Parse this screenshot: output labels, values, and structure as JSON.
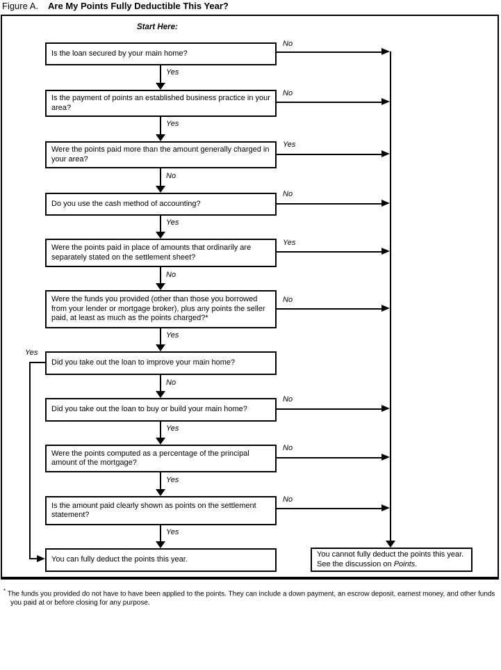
{
  "title": {
    "figure_label": "Figure A.",
    "text": "Are My Points Fully Deductible This Year?"
  },
  "flow": {
    "start_label": "Start Here:",
    "nodes": [
      {
        "question": "Is the loan secured by your main home?",
        "side_label": "No",
        "down_label": "Yes"
      },
      {
        "question": "Is the payment of points an established business practice in your area?",
        "side_label": "No",
        "down_label": "Yes"
      },
      {
        "question": "Were the points paid more than the amount generally charged in your area?",
        "side_label": "Yes",
        "down_label": "No"
      },
      {
        "question": "Do you use the cash method of accounting?",
        "side_label": "No",
        "down_label": "Yes"
      },
      {
        "question": "Were the points paid in place of amounts that ordinarily are separately stated on the settlement sheet?",
        "side_label": "Yes",
        "down_label": "No"
      },
      {
        "question": "Were the funds you provided (other than those you borrowed from your lender or mortgage broker), plus any points the seller paid, at least as much as the points charged?*",
        "side_label": "No",
        "down_label": "Yes"
      },
      {
        "question": "Did you take out the loan to improve your main home?",
        "side_label": "Yes",
        "down_label": "No"
      },
      {
        "question": "Did you take out the loan to buy or build your main home?",
        "side_label": "No",
        "down_label": "Yes"
      },
      {
        "question": "Were the points computed as a percentage of the principal amount of the mortgage?",
        "side_label": "No",
        "down_label": "Yes"
      },
      {
        "question": "Is the amount paid clearly shown as points on the settlement statement?",
        "side_label": "No",
        "down_label": "Yes"
      }
    ],
    "result_yes": "You can fully deduct the points this year.",
    "result_no": {
      "text_before": "You cannot fully deduct the points this year. See the discussion on ",
      "italic": "Points",
      "text_after": "."
    }
  },
  "footnote": {
    "marker": "*",
    "text": "The funds you provided do not have to have been applied to the points. They can include a down payment, an escrow deposit, earnest money, and other funds you paid at or before closing for any purpose."
  }
}
